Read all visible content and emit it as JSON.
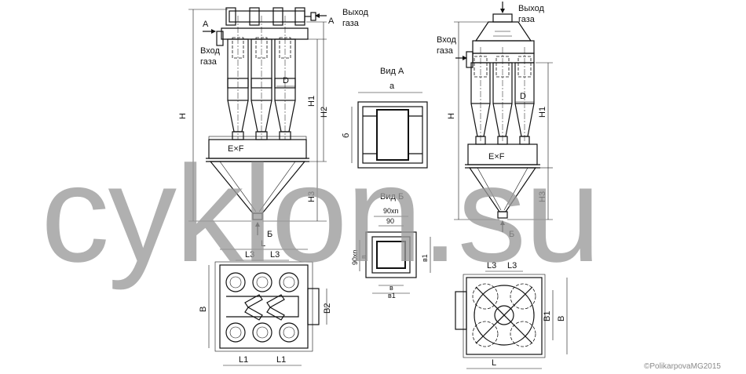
{
  "labels": {
    "inlet": "Вход\nгаза",
    "outlet": "Выход\nгаза",
    "arrow_a": "А",
    "arrow_b": "Б",
    "view_a": "Вид А",
    "view_b": "Вид Б",
    "dim_h": "H",
    "dim_h1": "H1",
    "dim_h2": "H2",
    "dim_h3": "H3",
    "dim_d": "D",
    "dim_exf": "E×F",
    "dim_a": "а",
    "dim_b": "б",
    "dim_90xn": "90хn",
    "dim_90": "90",
    "dim_v": "в",
    "dim_v1": "в1",
    "dim_l": "L",
    "dim_l1": "L1",
    "dim_l3": "L3",
    "dim_b_big": "B",
    "dim_b1": "B1",
    "dim_b2": "B2"
  },
  "watermark": "cyklon.su",
  "copyright": "©PolikarpovaMG2015"
}
